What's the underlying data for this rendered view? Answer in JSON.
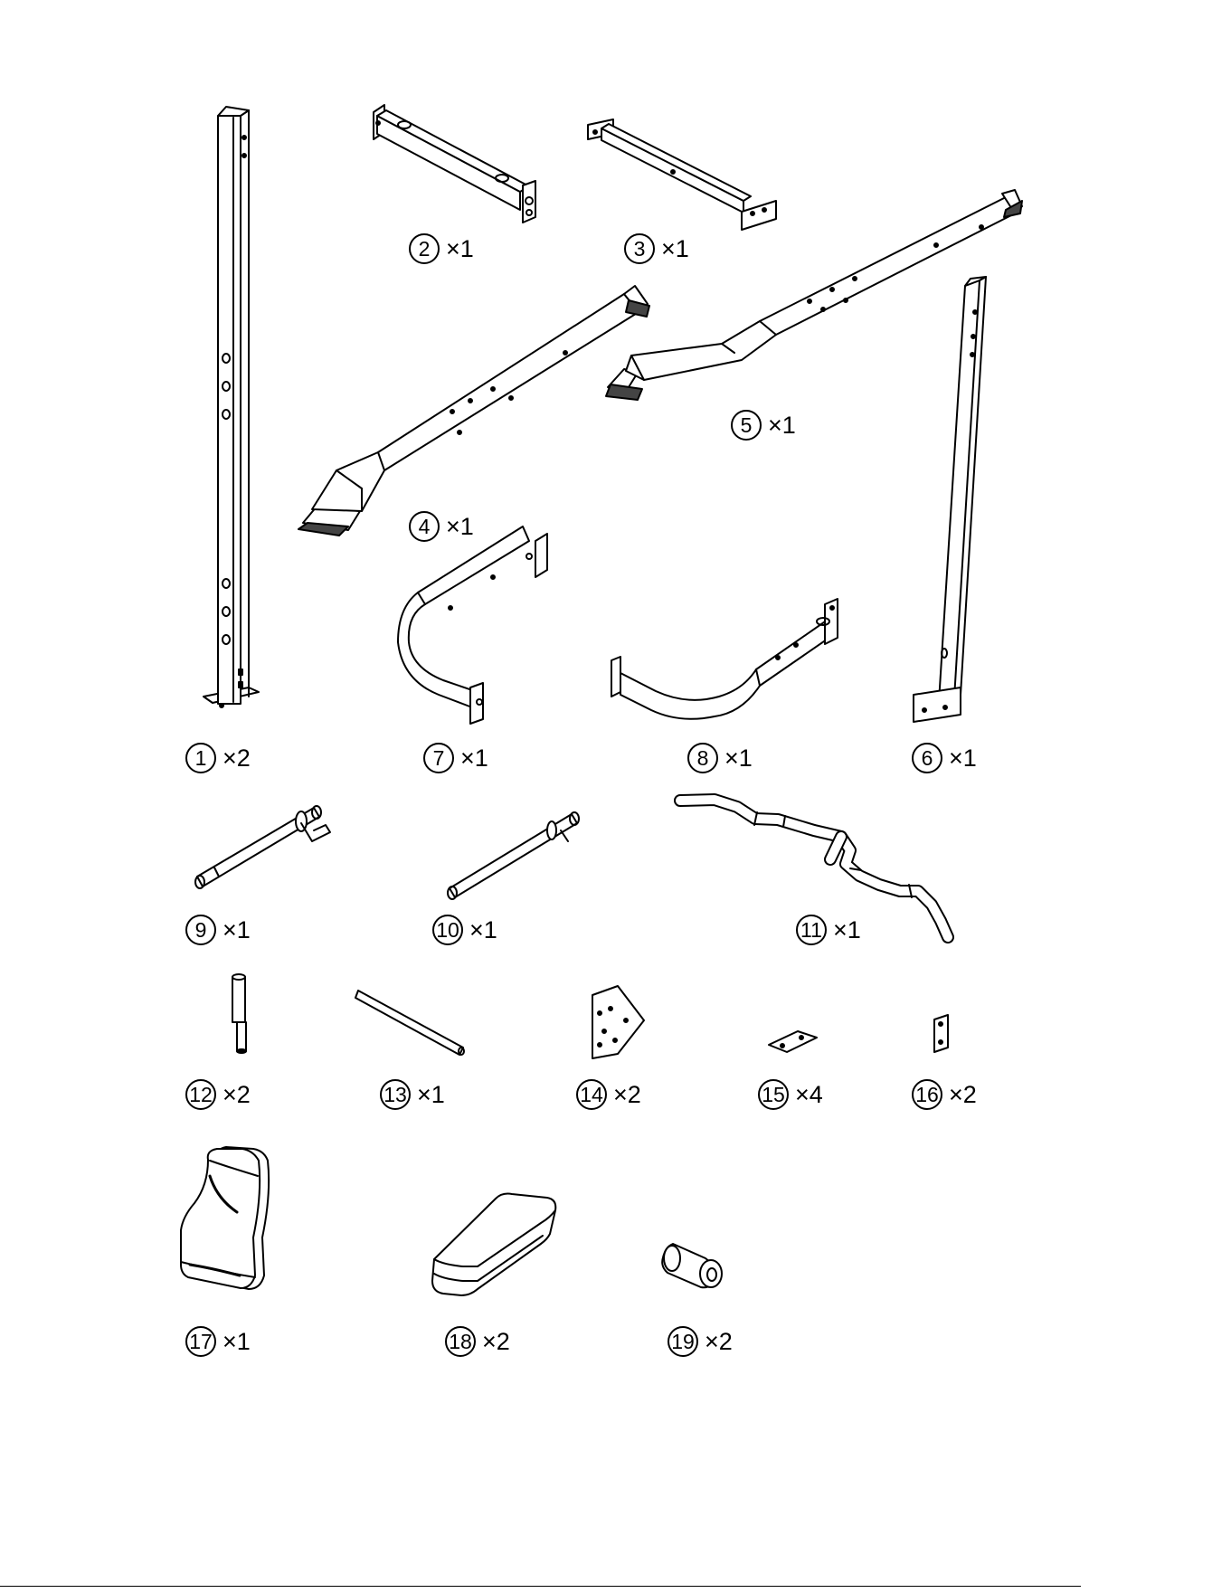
{
  "parts": [
    {
      "num": "1",
      "qty": "×2"
    },
    {
      "num": "2",
      "qty": "×1"
    },
    {
      "num": "3",
      "qty": "×1"
    },
    {
      "num": "4",
      "qty": "×1"
    },
    {
      "num": "5",
      "qty": "×1"
    },
    {
      "num": "6",
      "qty": "×1"
    },
    {
      "num": "7",
      "qty": "×1"
    },
    {
      "num": "8",
      "qty": "×1"
    },
    {
      "num": "9",
      "qty": "×1"
    },
    {
      "num": "10",
      "qty": "×1"
    },
    {
      "num": "11",
      "qty": "×1"
    },
    {
      "num": "12",
      "qty": "×2"
    },
    {
      "num": "13",
      "qty": "×1"
    },
    {
      "num": "14",
      "qty": "×2"
    },
    {
      "num": "15",
      "qty": "×4"
    },
    {
      "num": "16",
      "qty": "×2"
    },
    {
      "num": "17",
      "qty": "×1"
    },
    {
      "num": "18",
      "qty": "×2"
    },
    {
      "num": "19",
      "qty": "×2"
    }
  ]
}
